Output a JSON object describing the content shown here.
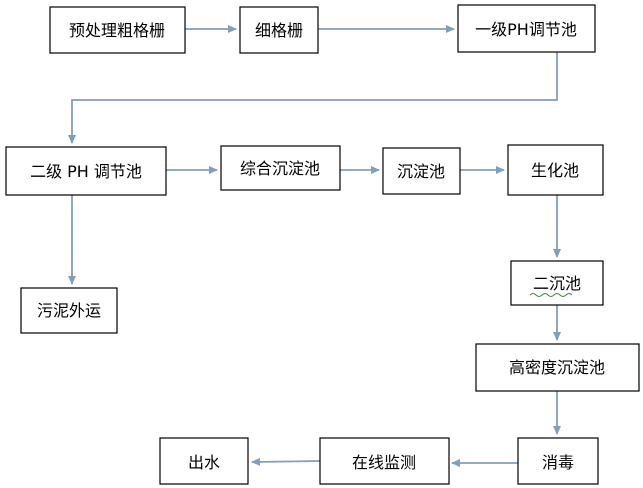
{
  "nodes": {
    "pre_coarse_screen": "预处理粗格栅",
    "fine_screen": "细格栅",
    "ph_tank_1": "一级PH调节池",
    "ph_tank_2": "二级 PH 调节池",
    "combined_settling": "综合沉淀池",
    "settling": "沉淀池",
    "biochem": "生化池",
    "sludge_out": "污泥外运",
    "secondary_clarifier": "二沉池",
    "high_density_settling": "高密度沉淀池",
    "disinfection": "消毒",
    "online_monitoring": "在线监测",
    "effluent": "出水"
  },
  "colors": {
    "arrow": "#7f9fbd",
    "box_border": "#000000"
  }
}
